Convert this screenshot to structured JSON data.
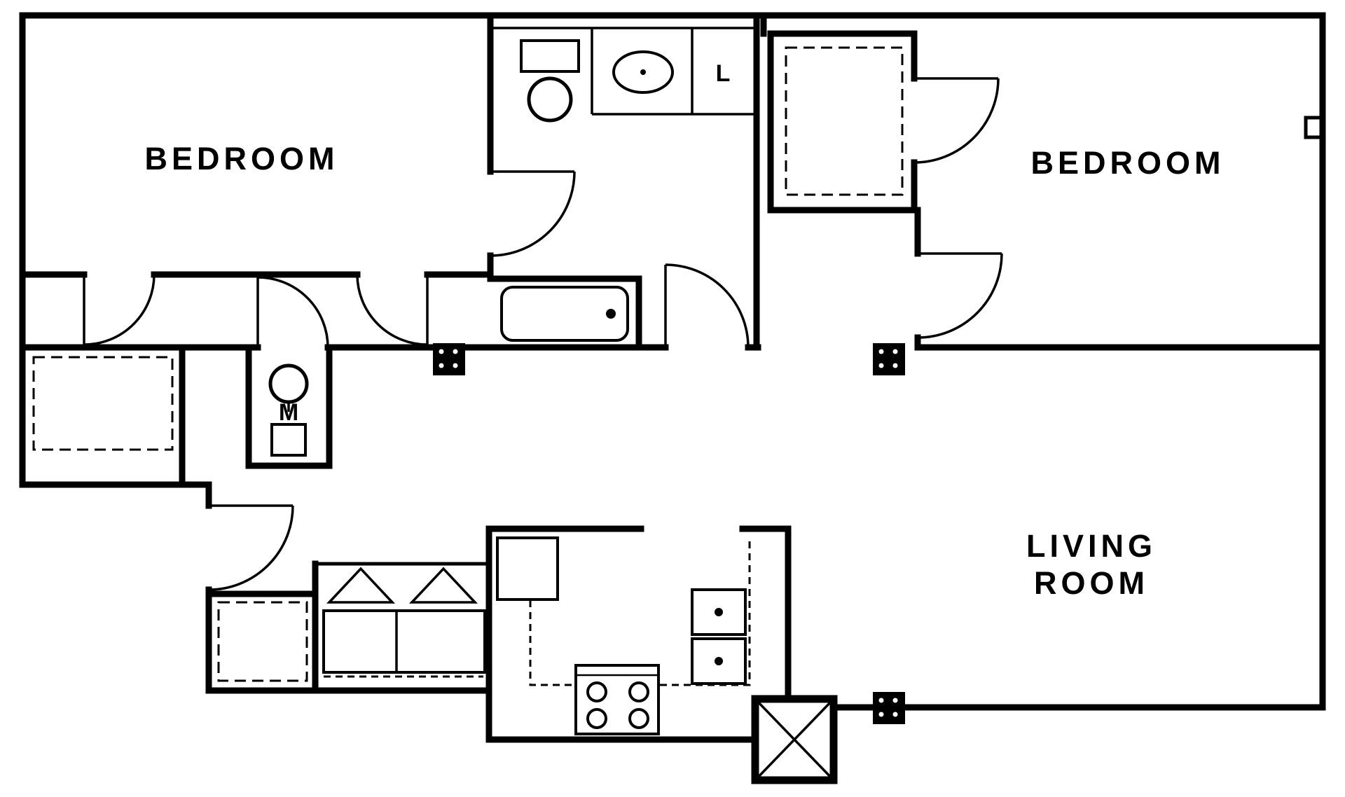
{
  "colors": {
    "background": "#ffffff",
    "line": "#000000"
  },
  "rooms": {
    "bedroom_left": {
      "label": "BEDROOM"
    },
    "bedroom_right": {
      "label": "BEDROOM"
    },
    "living_room": {
      "label_line1": "LIVING",
      "label_line2": "ROOM"
    },
    "linen_closet": {
      "label": "L"
    },
    "utility_closet": {
      "label": "M"
    }
  },
  "fixtures": [
    {
      "name": "toilet-icon"
    },
    {
      "name": "sink-icon"
    },
    {
      "name": "bathtub-icon"
    },
    {
      "name": "range-stove-icon"
    },
    {
      "name": "oven-stack-icon"
    },
    {
      "name": "washer-dryer-icon"
    },
    {
      "name": "water-heater-icon"
    },
    {
      "name": "hvac-unit-icon"
    },
    {
      "name": "column-marker-icon"
    },
    {
      "name": "door-swing-icon"
    },
    {
      "name": "bifold-door-icon"
    },
    {
      "name": "closet-dashed-outline"
    }
  ]
}
